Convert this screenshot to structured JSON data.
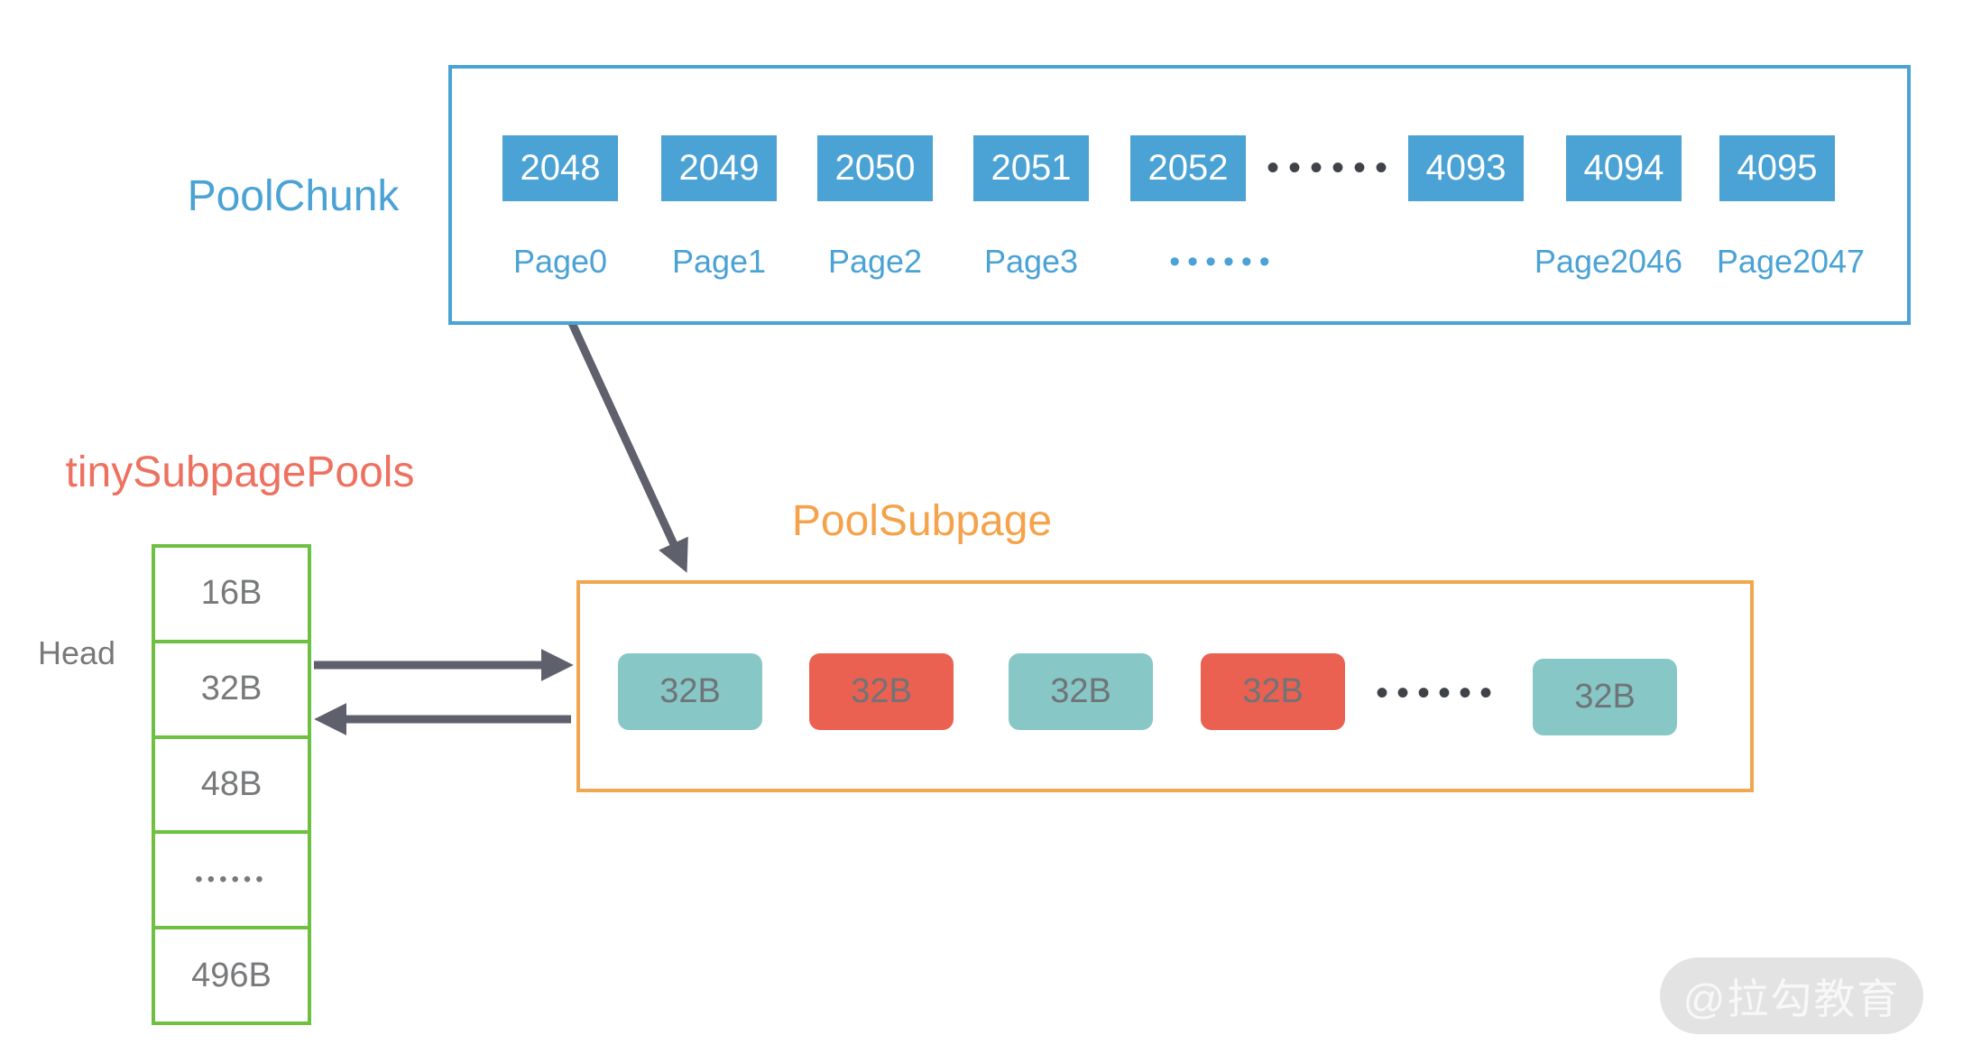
{
  "colors": {
    "blue": "#4AA2D5",
    "salmon": "#EE7160",
    "green": "#6EC043",
    "orange_border": "#F2A64F",
    "orange_label": "#F5A24A",
    "teal_block": "#87C7C5",
    "red_block": "#EA6051",
    "gray_text": "#77797B",
    "arrow_gray": "#5E616B",
    "watermark_bg": "#E3E3E3",
    "watermark_text": "#F8F8F8"
  },
  "pool_chunk": {
    "label": "PoolChunk",
    "boxes": [
      "2048",
      "2049",
      "2050",
      "2051",
      "2052",
      "4093",
      "4094",
      "4095"
    ],
    "box_ellipsis": "••••••",
    "page_labels": [
      "Page0",
      "Page1",
      "Page2",
      "Page3",
      "Page2046",
      "Page2047"
    ],
    "page_ellipsis": "••••••"
  },
  "tiny_subpage_pools": {
    "label": "tinySubpagePools",
    "head": "Head",
    "cells": [
      "16B",
      "32B",
      "48B",
      "••••••",
      "496B"
    ]
  },
  "pool_subpage": {
    "label": "PoolSubpage",
    "blocks": [
      {
        "label": "32B",
        "state": "free"
      },
      {
        "label": "32B",
        "state": "allocated"
      },
      {
        "label": "32B",
        "state": "free"
      },
      {
        "label": "32B",
        "state": "allocated"
      },
      {
        "label": "32B",
        "state": "free"
      }
    ],
    "ellipsis": "••••••"
  },
  "watermark": {
    "text": "@拉勾教育"
  }
}
